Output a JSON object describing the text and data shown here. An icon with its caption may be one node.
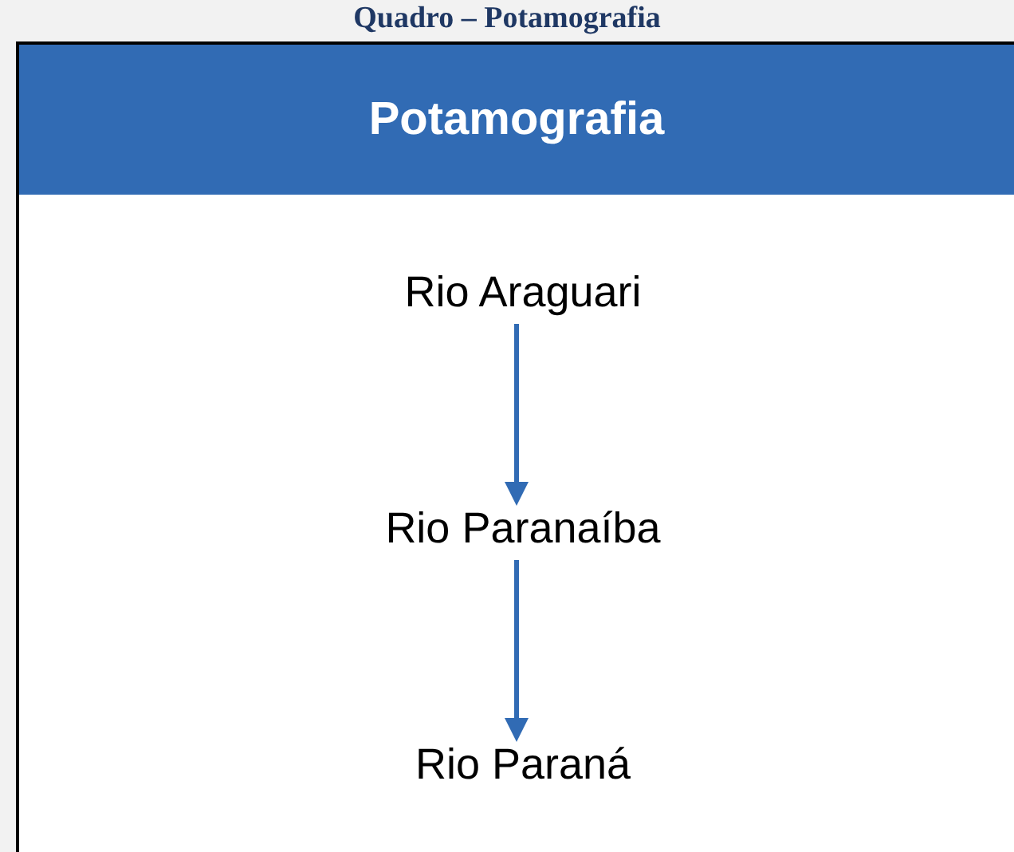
{
  "diagram": {
    "title": "Quadro – Potamografia",
    "nodes": [
      {
        "text": [
          "Potamografia"
        ]
      },
      {
        "text": [
          "Rio Araguari"
        ]
      },
      {
        "text": [
          "Rio Paranaíba"
        ]
      },
      {
        "text": [
          "Rio Paraná"
        ]
      }
    ],
    "edges": [
      {
        "from": 1,
        "to": 2,
        "arrow": "to"
      },
      {
        "from": 2,
        "to": 3,
        "arrow": "to"
      }
    ]
  }
}
